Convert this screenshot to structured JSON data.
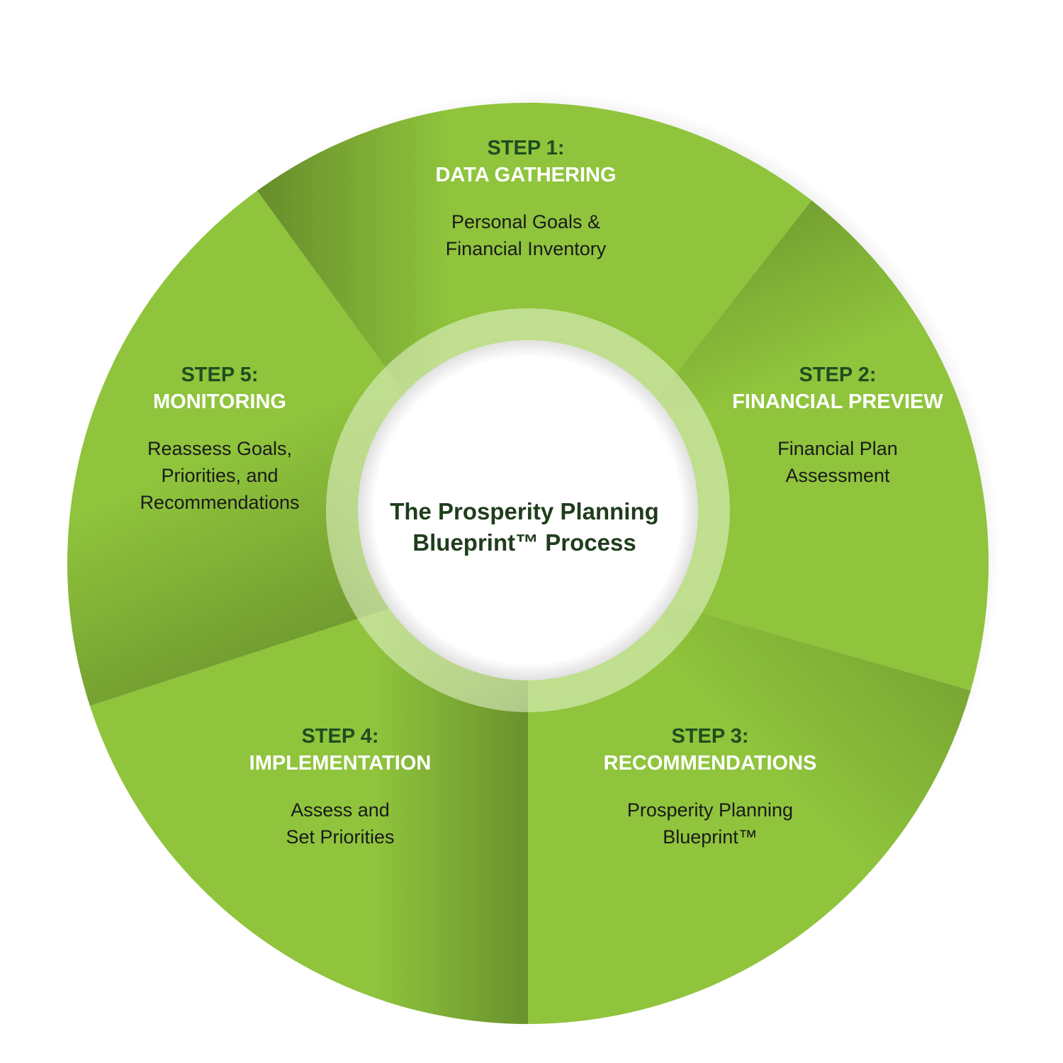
{
  "center": {
    "line1": "The Prosperity Planning",
    "line2": "Blueprint™ Process"
  },
  "colors": {
    "segment_green": "#8fc43c",
    "segment_shadow": "#5f8f22",
    "step_number": "#1e4d1f",
    "step_title": "#ffffff",
    "description": "#1a1a1a",
    "center_text": "#1f3d1c"
  },
  "steps": [
    {
      "number": "STEP 1:",
      "title": "DATA GATHERING",
      "desc_line1": "Personal Goals &",
      "desc_line2": "Financial Inventory",
      "desc_line3": ""
    },
    {
      "number": "STEP 2:",
      "title": "FINANCIAL PREVIEW",
      "desc_line1": "Financial Plan",
      "desc_line2": "Assessment",
      "desc_line3": ""
    },
    {
      "number": "STEP 3:",
      "title": "RECOMMENDATIONS",
      "desc_line1": "Prosperity Planning",
      "desc_line2": "Blueprint™",
      "desc_line3": ""
    },
    {
      "number": "STEP 4:",
      "title": "IMPLEMENTATION",
      "desc_line1": "Assess and",
      "desc_line2": "Set Priorities",
      "desc_line3": ""
    },
    {
      "number": "STEP 5:",
      "title": "MONITORING",
      "desc_line1": "Reassess Goals,",
      "desc_line2": "Priorities, and",
      "desc_line3": "Recommendations"
    }
  ]
}
